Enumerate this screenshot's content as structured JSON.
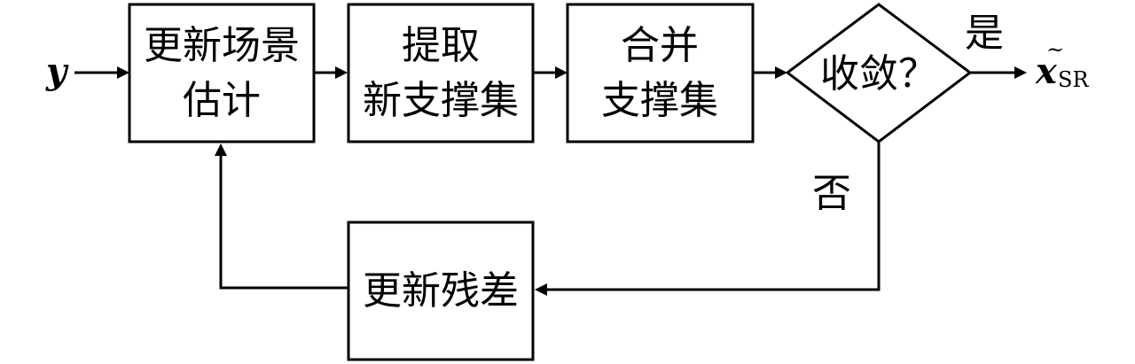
{
  "input": {
    "symbol": "y"
  },
  "output": {
    "symbol": "x",
    "accent": "~",
    "subscript": "SR"
  },
  "blocks": {
    "update_scene": {
      "line1": "更新场景",
      "line2": "估计"
    },
    "extract": {
      "line1": "提取",
      "line2": "新支撑集"
    },
    "merge": {
      "line1": "合并",
      "line2": "支撑集"
    },
    "converge": {
      "label": "收敛？"
    },
    "update_residual": {
      "label": "更新残差"
    }
  },
  "branches": {
    "yes": "是",
    "no": "否"
  }
}
